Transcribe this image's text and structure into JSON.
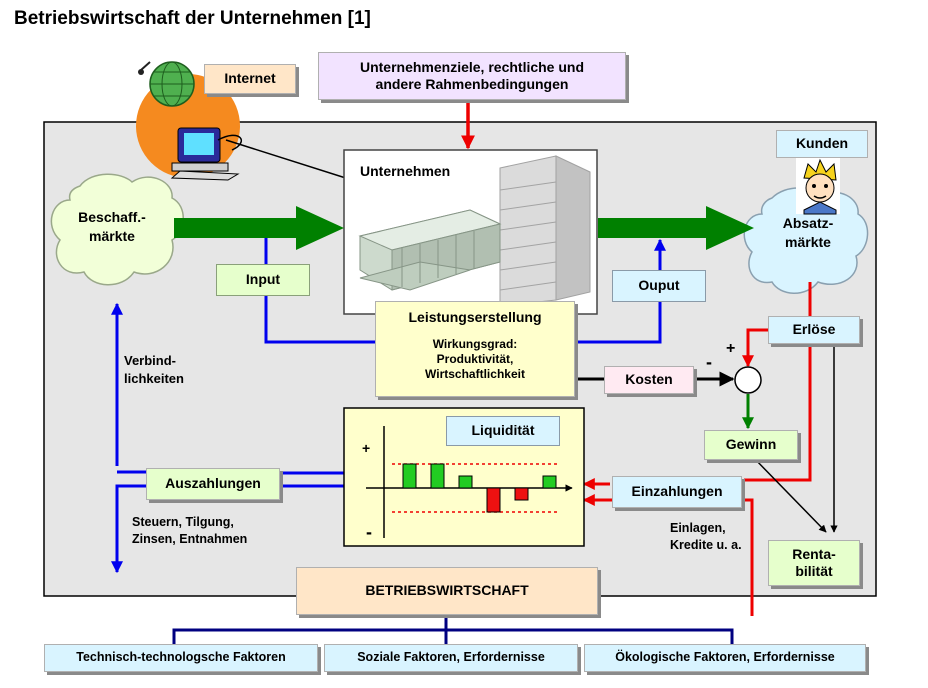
{
  "title": "Betriebswirtschaft der Unternehmen [1]",
  "labels": {
    "internet": "Internet",
    "rahmen": "Unternehmenziele, rechtliche und\nandere Rahmenbedingungen",
    "kunden": "Kunden",
    "unternehmen": "Unternehmen",
    "beschaffmaerkte": "Beschaff.-\nmärkte",
    "absatzmaerkte": "Absatz-\nmärkte",
    "input": "Input",
    "output": "Ouput",
    "leistungserstellung": "Leistungserstellung",
    "wirkungsgrad": "Wirkungsgrad:\nProduktivität,\nWirtschaftlichkeit",
    "erloese": "Erlöse",
    "kosten": "Kosten",
    "plus_sign": "+",
    "minus_sign": "-",
    "gewinn": "Gewinn",
    "liquiditaet": "Liquidität",
    "chart_plus": "+",
    "chart_minus": "-",
    "verbindlichkeiten": "Verbind-\nlichkeiten",
    "auszahlungen": "Auszahlungen",
    "steuern": "Steuern, Tilgung,\nZinsen, Entnahmen",
    "einzahlungen": "Einzahlungen",
    "einlagen": "Einlagen,\nKredite u. a.",
    "rentabilitaet": "Renta-\nbilität",
    "betriebswirtschaft": "BETRIEBSWIRTSCHAFT",
    "technisch": "Technisch-technologsche Faktoren",
    "sozial": "Soziale Faktoren, Erfordernisse",
    "oekologisch": "Ökologische Faktoren, Erfordernisse"
  },
  "liquidity_bars": [
    {
      "value": 2,
      "color": "#22cc22"
    },
    {
      "value": 2,
      "color": "#22cc22"
    },
    {
      "value": 1,
      "color": "#22cc22"
    },
    {
      "value": -2,
      "color": "#ee1111"
    },
    {
      "value": -1,
      "color": "#ee1111"
    },
    {
      "value": 1,
      "color": "#22cc22"
    }
  ],
  "colors": {
    "flow_green": "#008000",
    "flow_blue": "#0000ee",
    "flow_red": "#ee0000",
    "box_green": "#e6ffcc",
    "box_cyan": "#d9f4ff",
    "box_yellow": "#ffffcc",
    "box_violet": "#f2e3ff",
    "box_peach": "#ffe6c8",
    "box_pink": "#ffeaf2",
    "panel_gray": "#e6e6e6"
  }
}
